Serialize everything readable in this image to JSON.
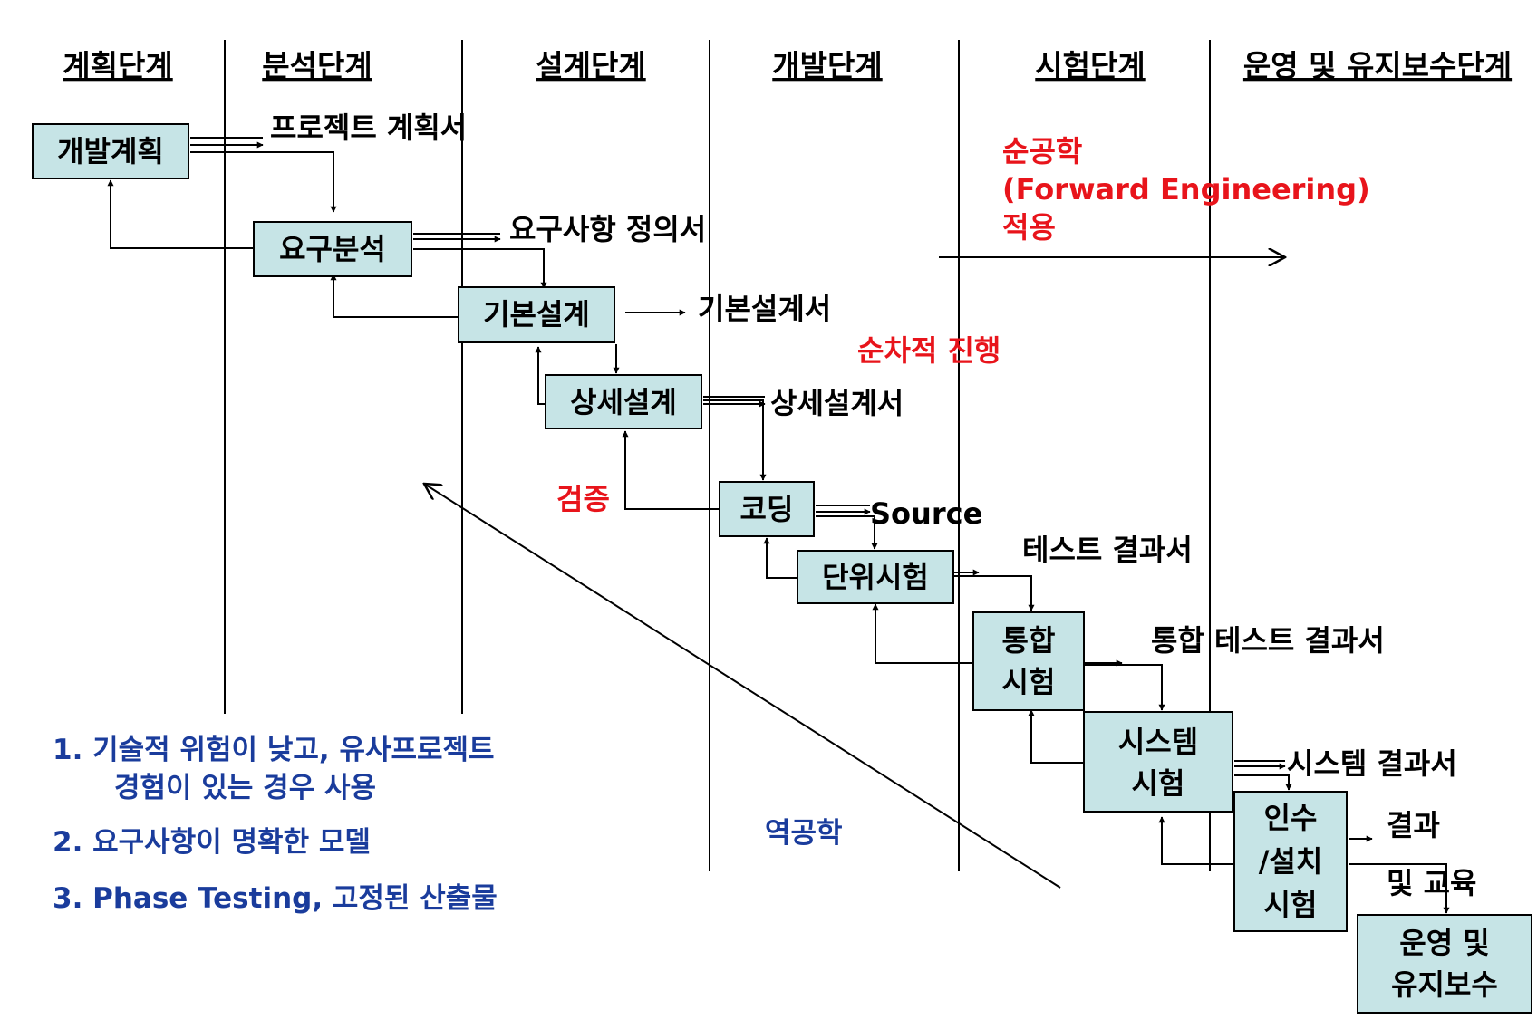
{
  "phases": [
    "계획단계",
    "분석단계",
    "설계단계",
    "개발단계",
    "시험단계",
    "운영 및 유지보수단계"
  ],
  "boxes": {
    "plan": [
      "개발계획"
    ],
    "requirements": [
      "요구분석"
    ],
    "basic_design": [
      "기본설계"
    ],
    "detail_design": [
      "상세설계"
    ],
    "coding": [
      "코딩"
    ],
    "unit_test": [
      "단위시험"
    ],
    "integration_test": [
      "통합",
      "시험"
    ],
    "system_test": [
      "시스템",
      "시험"
    ],
    "acceptance_test": [
      "인수",
      "/설치",
      "시험"
    ],
    "operation": [
      "운영 및",
      "유지보수"
    ]
  },
  "outputs": {
    "plan": "프로젝트 계획서",
    "requirements": "요구사항 정의서",
    "basic_design": "기본설계서",
    "detail_design": "상세설계서",
    "coding": "Source",
    "unit_test": "테스트 결과서",
    "integration_test": "통합 테스트 결과서",
    "system_test": "시스템 결과서",
    "acceptance_test": [
      "결과",
      "및 교육"
    ]
  },
  "annotations": {
    "forward": [
      "순공학",
      "(Forward Engineering)",
      "적용"
    ],
    "sequential": "순차적 진행",
    "verification": "검증",
    "reverse": "역공학"
  },
  "notes": [
    [
      "1. 기술적 위험이 낮고, 유사프로젝트",
      "경험이 있는 경우 사용"
    ],
    [
      "2. 요구사항이 명확한 모델"
    ],
    [
      "3. Phase Testing, 고정된 산출물"
    ]
  ],
  "colors": {
    "box_fill": "#c6e4e6",
    "red_text": "#e8141b",
    "blue_text": "#1a3c9c"
  }
}
